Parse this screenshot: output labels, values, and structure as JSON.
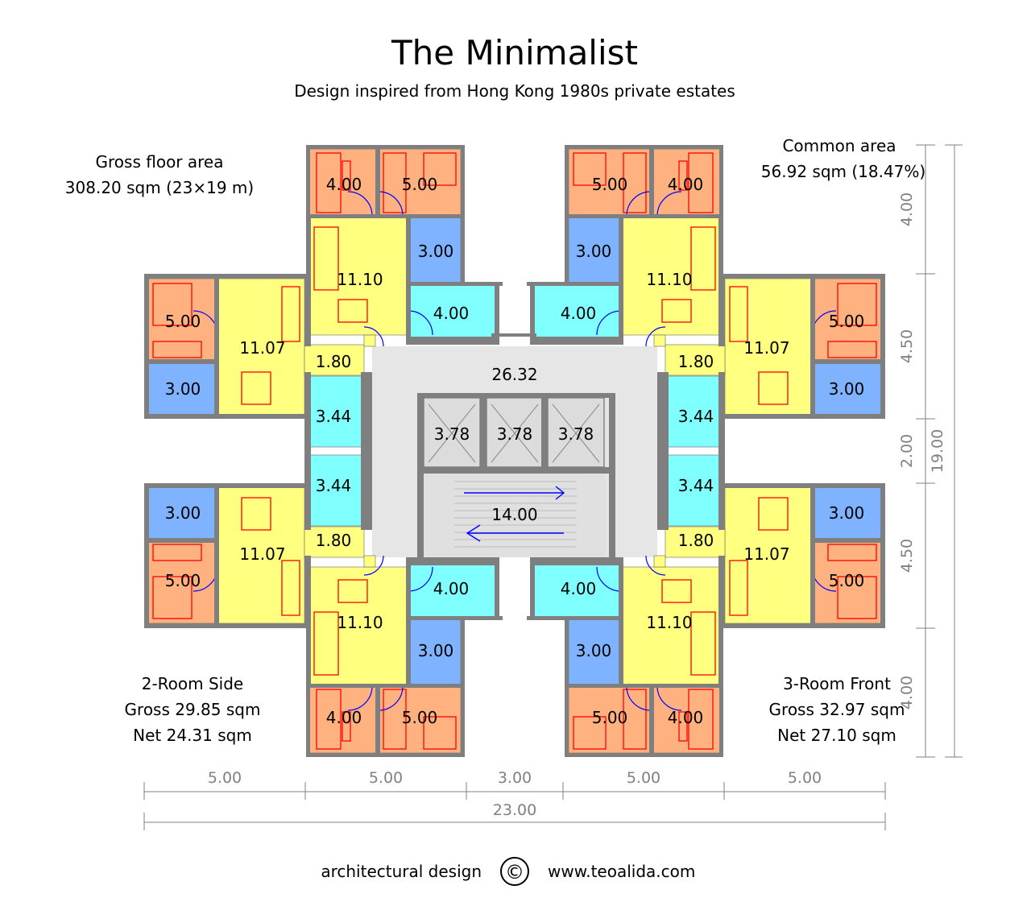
{
  "title": "The Minimalist",
  "subtitle": "Design inspired from Hong Kong 1980s private estates",
  "gross_floor": {
    "label": "Gross floor area",
    "value": "308.20 sqm (23×19 m)"
  },
  "common_area": {
    "label": "Common area",
    "value": "56.92 sqm (18.47%)"
  },
  "unit_side": {
    "name": "2-Room Side",
    "gross": "Gross 29.85 sqm",
    "net": "Net 24.31 sqm"
  },
  "unit_front": {
    "name": "3-Room Front",
    "gross": "Gross 32.97 sqm",
    "net": "Net 27.10 sqm"
  },
  "dimensions": {
    "horizontal": [
      "5.00",
      "5.00",
      "3.00",
      "5.00",
      "5.00"
    ],
    "total_width": "23.00",
    "vertical": [
      "4.00",
      "4.50",
      "2.00",
      "4.50",
      "4.00"
    ],
    "total_height": "19.00"
  },
  "areas": {
    "lobby": "26.32",
    "stair": "14.00",
    "lift": "3.78",
    "bedroom_small": "4.00",
    "bedroom_large": "5.00",
    "bath": "3.00",
    "living_front": "11.10",
    "living_side": "11.07",
    "kitchen_front": "4.00",
    "kitchen_side": "3.44",
    "hall": "1.80"
  },
  "colors": {
    "bedroom": "#ffb27f",
    "living": "#ffff80",
    "bath": "#80b3ff",
    "kitchen": "#80ffff",
    "lobby": "#e6e6e6",
    "wall": "#7f7f7f",
    "furniture": "#ff0000"
  },
  "footer": {
    "left": "architectural design",
    "symbol": "©",
    "right": "www.teoalida.com"
  }
}
